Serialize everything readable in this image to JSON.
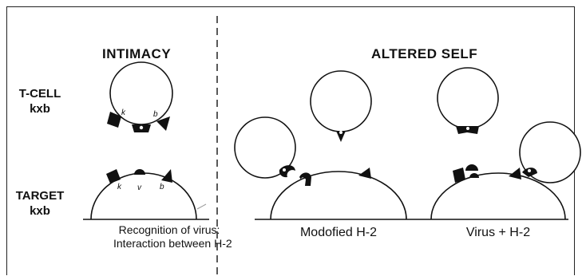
{
  "left_panel": {
    "heading": "INTIMACY",
    "tcell_label": [
      "T-CELL",
      "kxb"
    ],
    "target_label": [
      "TARGET",
      "kxb"
    ],
    "tcell_site_letters": [
      "k",
      "b"
    ],
    "target_site_letters": [
      "k",
      "v",
      "b"
    ],
    "caption": [
      "Recognition of virus:",
      "Interaction between H-2"
    ]
  },
  "right_panel": {
    "heading": "ALTERED SELF",
    "left_caption": "Modofied H-2",
    "right_caption": "Virus + H-2"
  }
}
